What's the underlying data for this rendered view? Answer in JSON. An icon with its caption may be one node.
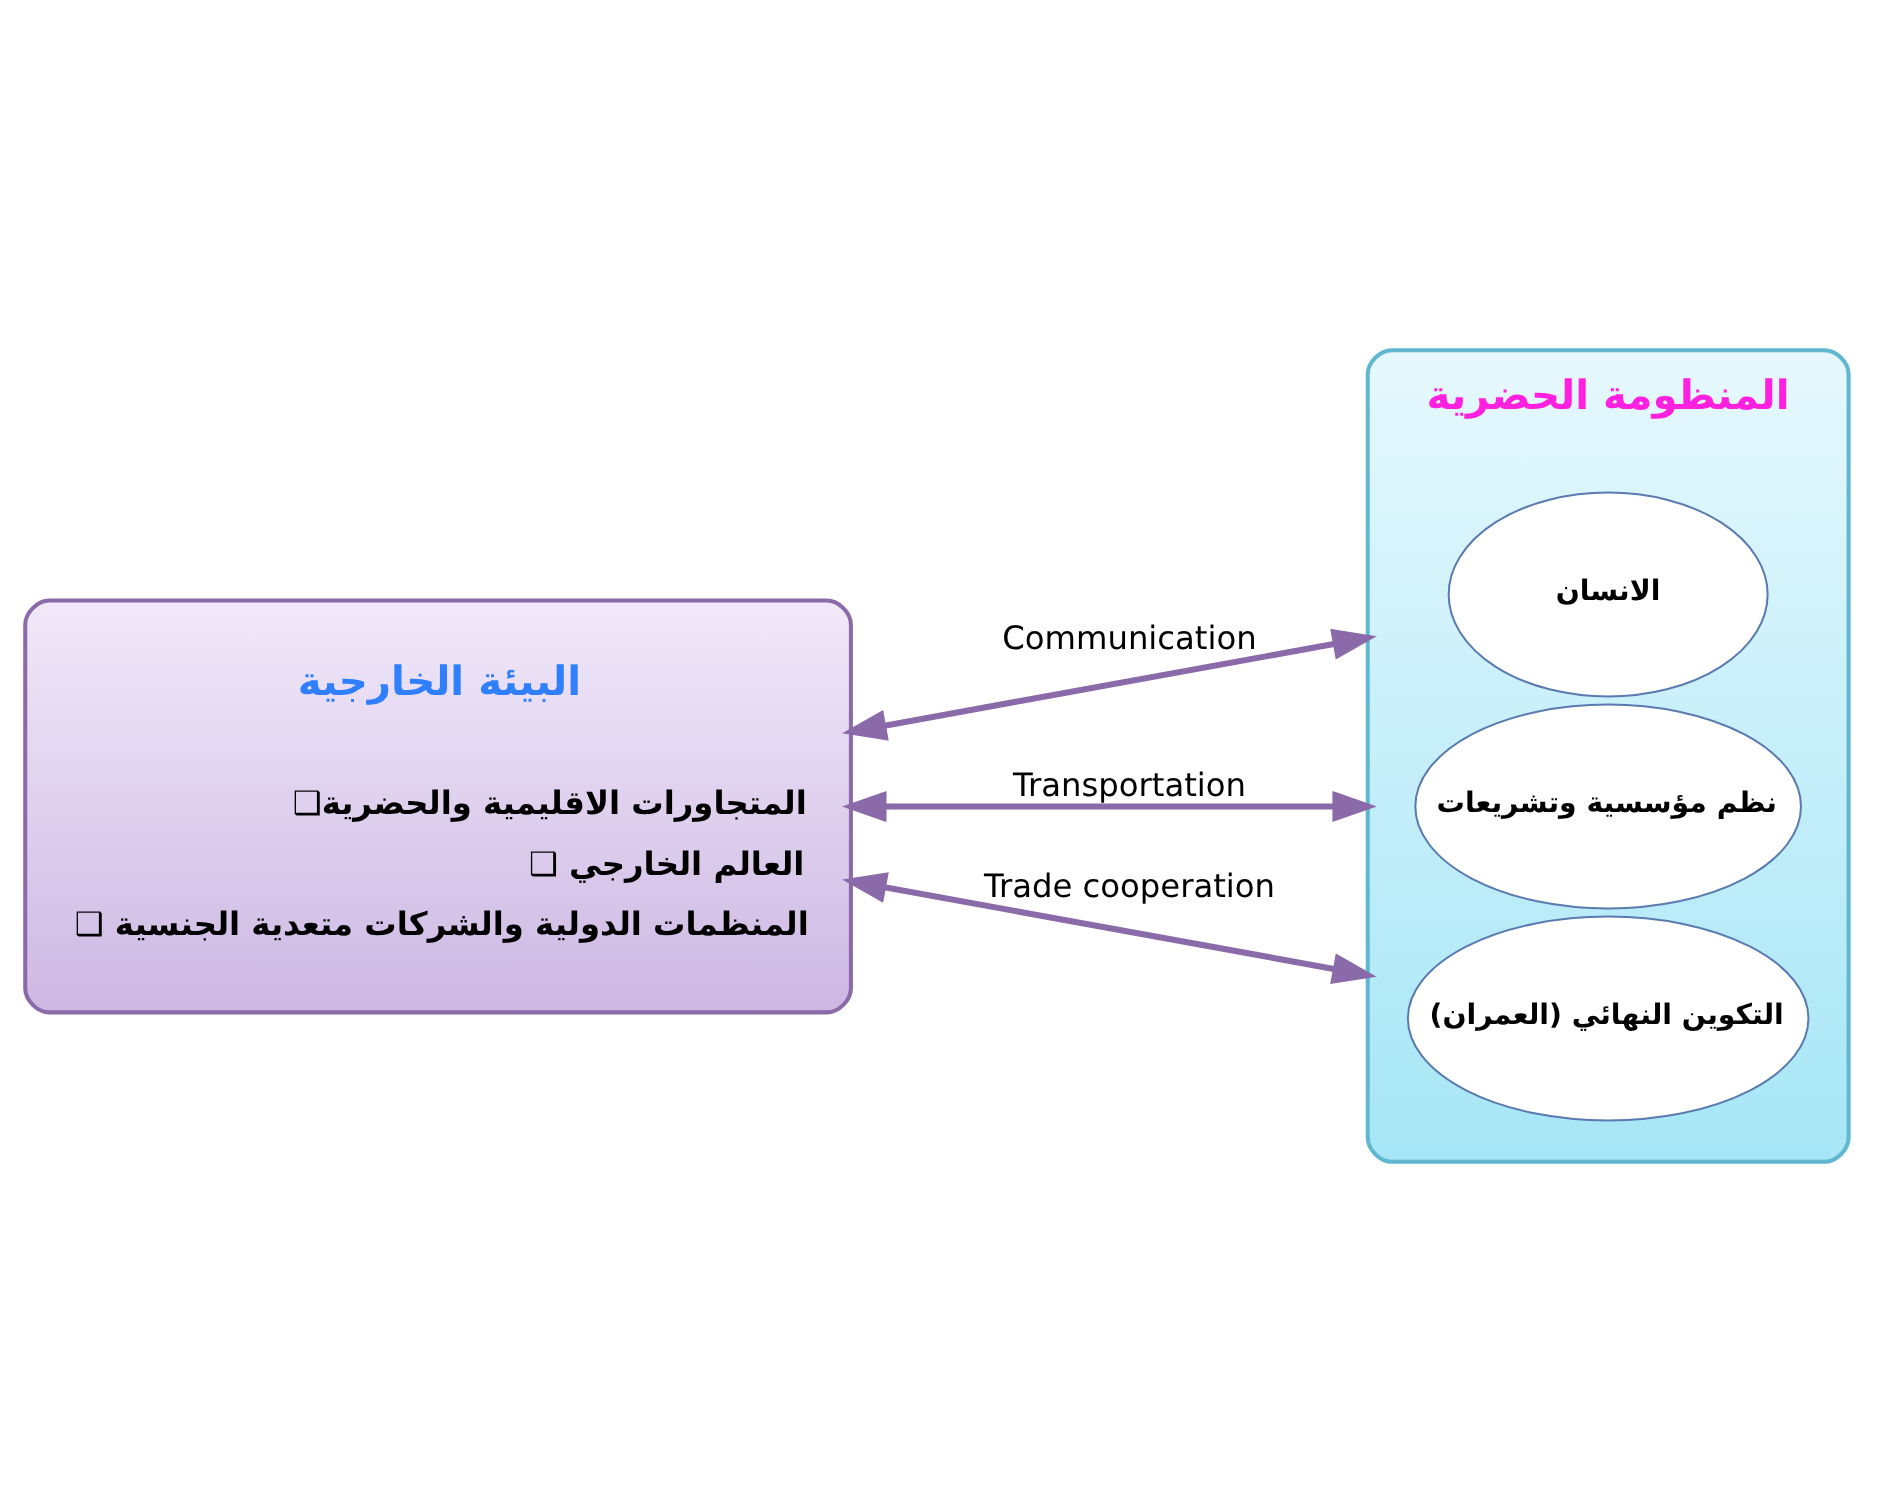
{
  "diagram": {
    "nodes": [
      {
        "text": [
          "البيئة الخارجية",
          "❑المتجاورات الاقليمية والحضرية",
          "❑ العالم الخارجي",
          "❑ المنظمات الدولية والشركات متعدية الجنسية"
        ]
      },
      {
        "text": [
          "المنظومة الحضرية"
        ]
      },
      {
        "text": [
          "الانسان"
        ],
        "in": 1
      },
      {
        "text": [
          "نظم مؤسسية وتشريعات"
        ],
        "in": 1
      },
      {
        "text": [
          "التكوين النهائي (العمران)"
        ],
        "in": 1
      }
    ],
    "edges": [
      {
        "from": 0,
        "to": 1,
        "arrow": "both",
        "label": "Communication"
      },
      {
        "from": 0,
        "to": 1,
        "arrow": "both",
        "label": "Transportation"
      },
      {
        "from": 0,
        "to": 1,
        "arrow": "both",
        "label": "Trade cooperation"
      }
    ]
  }
}
